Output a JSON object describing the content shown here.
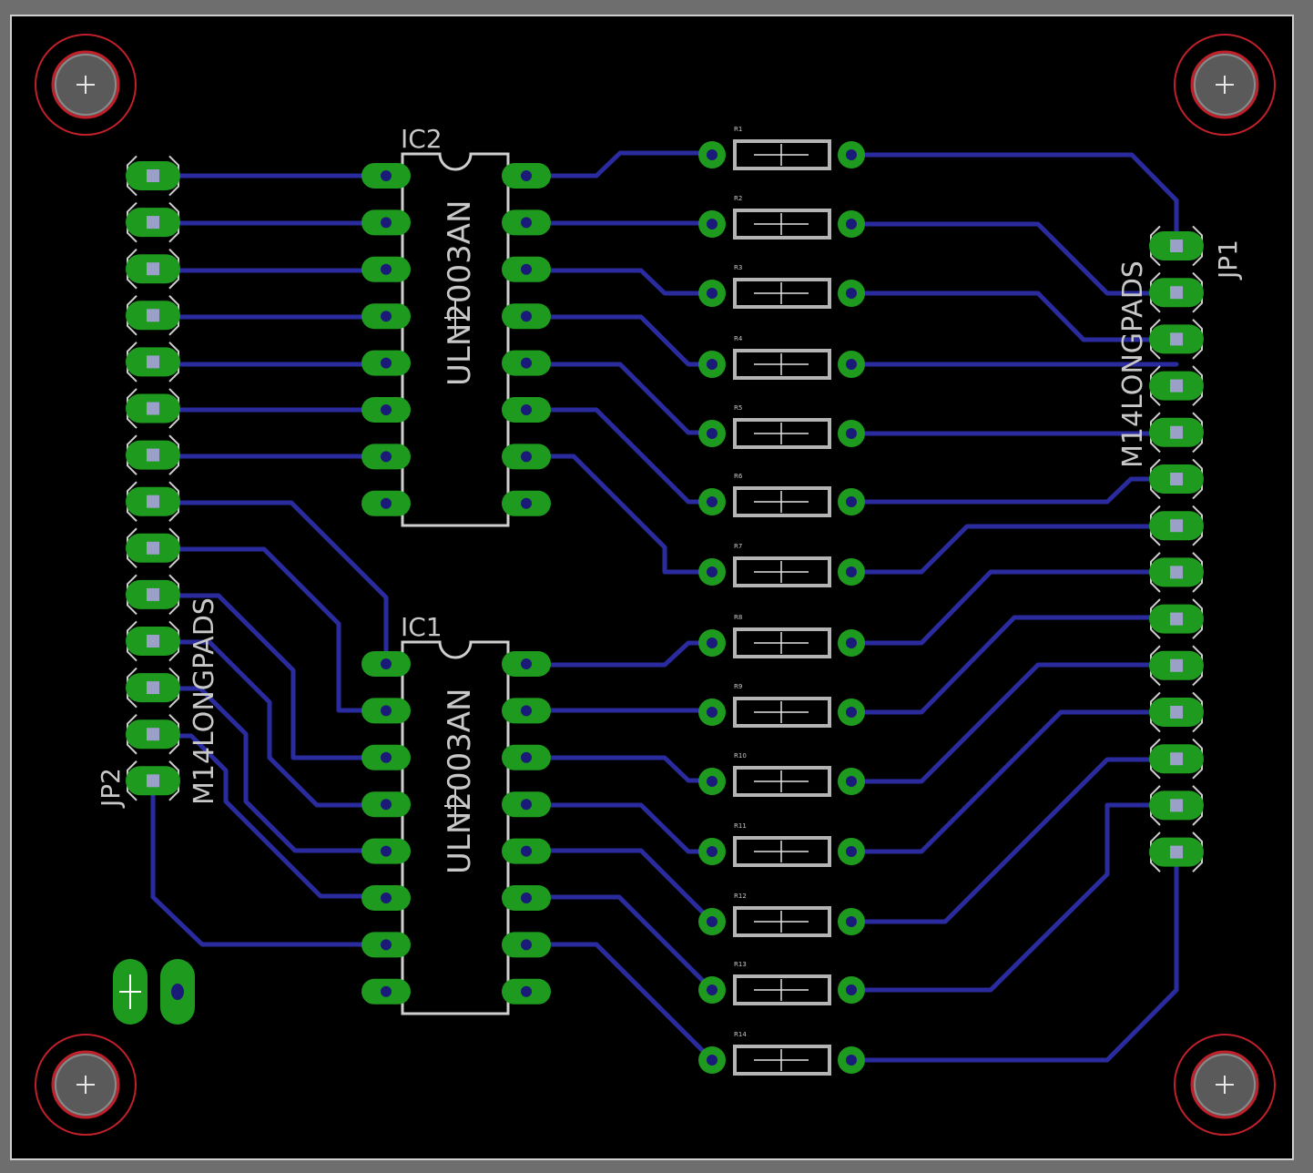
{
  "board": {
    "colors": {
      "background": "#000000",
      "frame": "#6e6e6e",
      "outline": "#cfcfcf",
      "trace": "#2b2ba0",
      "pad": "#1e9b1e",
      "drill": "#1a1a78",
      "silkscreen": "#c8c8c8",
      "hole_ring": "#c0202a"
    }
  },
  "labels": {
    "ic1_name": "IC1",
    "ic1_value": "ULN2003AN",
    "ic2_name": "IC2",
    "ic2_value": "ULN2003AN",
    "jp1_name": "JP1",
    "jp1_value": "M14LONGPADS",
    "jp2_name": "JP2",
    "jp2_value": "M14LONGPADS",
    "resistors": [
      "R1",
      "R2",
      "R3",
      "R4",
      "R5",
      "R6",
      "R7",
      "R8",
      "R9",
      "R10",
      "R11",
      "R12",
      "R13",
      "R14"
    ]
  }
}
